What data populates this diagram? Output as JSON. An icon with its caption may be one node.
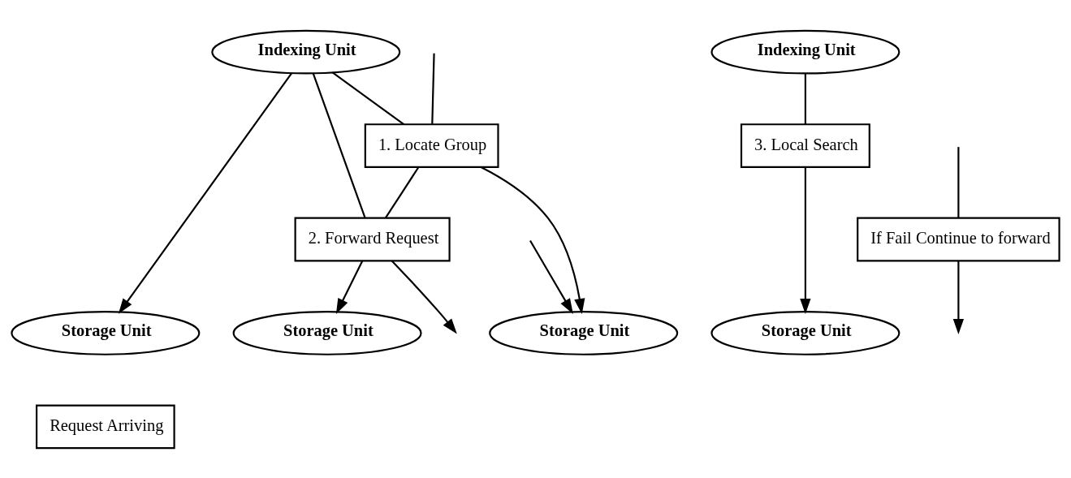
{
  "diagram": {
    "nodes": [
      {
        "text": [
          "Indexing Unit"
        ]
      },
      {
        "text": [
          "Indexing Unit"
        ]
      },
      {
        "text": [
          "If Fail Continue to forward"
        ]
      },
      {
        "text": [
          "2. Forward Request"
        ]
      },
      {
        "text": [
          "1. Locate Group"
        ]
      },
      {
        "text": [
          "3. Local Search"
        ]
      },
      {
        "text": [
          "Storage Unit"
        ]
      },
      {
        "text": [
          "Storage Unit"
        ]
      },
      {
        "text": [
          "Storage Unit"
        ]
      },
      {
        "text": [
          "Storage Unit"
        ]
      },
      {
        "text": [
          "Request Arriving"
        ]
      }
    ],
    "edges": [
      {
        "from": 0,
        "to": 4,
        "arrow": "none"
      },
      {
        "from": 0,
        "to": 7,
        "arrow": "to"
      },
      {
        "from": 0,
        "to": 3,
        "arrow": "none"
      },
      {
        "from": 4,
        "to": 3,
        "arrow": "none"
      },
      {
        "from": 3,
        "to": null,
        "arrow": "to"
      },
      {
        "from": null,
        "to": 2,
        "arrow": "none"
      },
      {
        "from": 2,
        "to": null,
        "arrow": "to"
      },
      {
        "from": 1,
        "to": 5,
        "arrow": "none"
      },
      {
        "from": 5,
        "to": 9,
        "arrow": "to"
      },
      {
        "from": 3,
        "to": 8,
        "arrow": "to"
      },
      {
        "from": 4,
        "to": 6,
        "arrow": "to"
      },
      {
        "from": null,
        "to": 4,
        "arrow": "none"
      },
      {
        "from": null,
        "to": 6,
        "arrow": "to"
      }
    ]
  }
}
